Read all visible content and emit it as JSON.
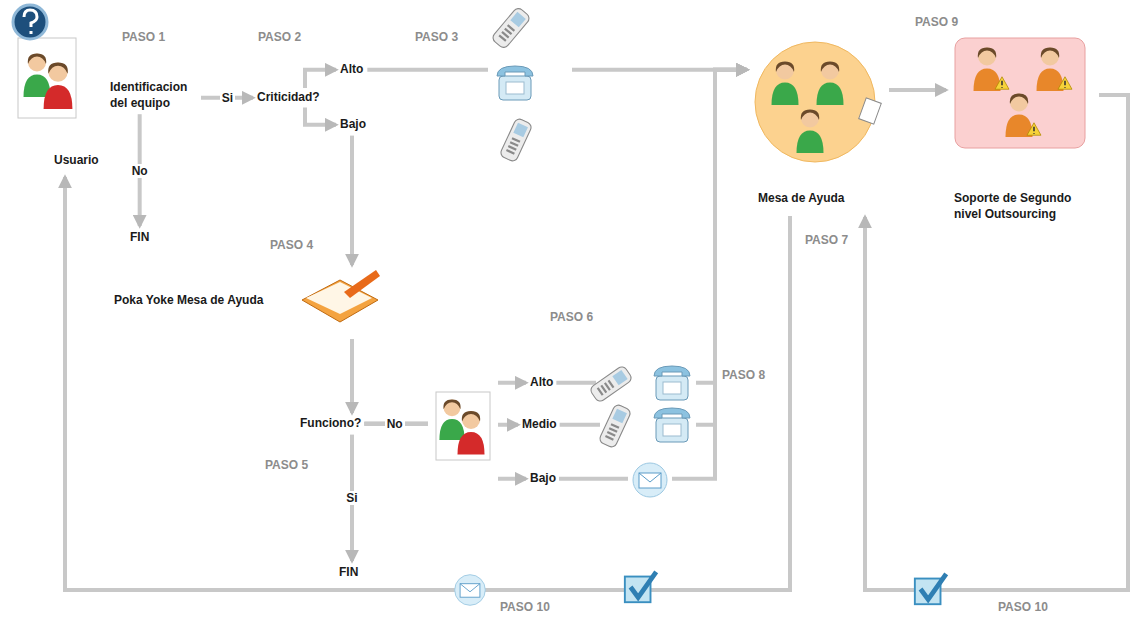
{
  "diagram": {
    "nodes": [
      {
        "text": [
          "Usuario"
        ]
      },
      {
        "text": [
          "Identificacion del equipo"
        ]
      },
      {
        "text": [
          "Criticidad?"
        ]
      },
      {
        "text": [
          "FIN"
        ]
      },
      {
        "text": [
          "Poka Yoke Mesa de Ayuda"
        ]
      },
      {
        "text": [
          "Funciono?"
        ]
      },
      {
        "text": [
          "FIN"
        ]
      },
      {
        "text": [
          "Mesa de Ayuda"
        ]
      },
      {
        "text": [
          "Soporte de Segundo nivel Outsourcing"
        ]
      },
      {
        "text": [
          "Alto"
        ]
      },
      {
        "text": [
          "Bajo"
        ]
      },
      {
        "text": [
          "Alto"
        ]
      },
      {
        "text": [
          "Medio"
        ]
      },
      {
        "text": [
          "Bajo"
        ]
      }
    ],
    "edges": [
      {
        "from": 1,
        "to": 2,
        "label": "Si",
        "arrow": "to"
      },
      {
        "from": 1,
        "to": 3,
        "label": "No",
        "arrow": "to"
      },
      {
        "from": 2,
        "to": 9,
        "arrow": "to"
      },
      {
        "from": 2,
        "to": 10,
        "arrow": "to"
      },
      {
        "from": 9,
        "to": 7,
        "arrow": "to"
      },
      {
        "from": 10,
        "to": 4,
        "arrow": "to"
      },
      {
        "from": 4,
        "to": 5,
        "arrow": "to"
      },
      {
        "from": 5,
        "to": 6,
        "label": "Si",
        "arrow": "to"
      },
      {
        "from": 5,
        "to": 11,
        "arrow": "to"
      },
      {
        "from": 5,
        "to": 12,
        "label": "No",
        "arrow": "to"
      },
      {
        "from": 5,
        "to": 13,
        "arrow": "to"
      },
      {
        "from": 11,
        "to": 7,
        "arrow": "to"
      },
      {
        "from": 12,
        "to": 7,
        "arrow": "to"
      },
      {
        "from": 13,
        "to": 7,
        "arrow": "to"
      },
      {
        "from": 7,
        "to": 8,
        "arrow": "to"
      },
      {
        "from": 8,
        "to": 7,
        "arrow": "to"
      },
      {
        "from": 7,
        "to": 0,
        "arrow": "to"
      }
    ],
    "labels": [
      "PASO 1",
      "PASO 2",
      "PASO 3",
      "PASO 4",
      "PASO 5",
      "PASO 6",
      "PASO 7",
      "PASO 8",
      "PASO 9",
      "PASO 10",
      "PASO 10"
    ]
  }
}
